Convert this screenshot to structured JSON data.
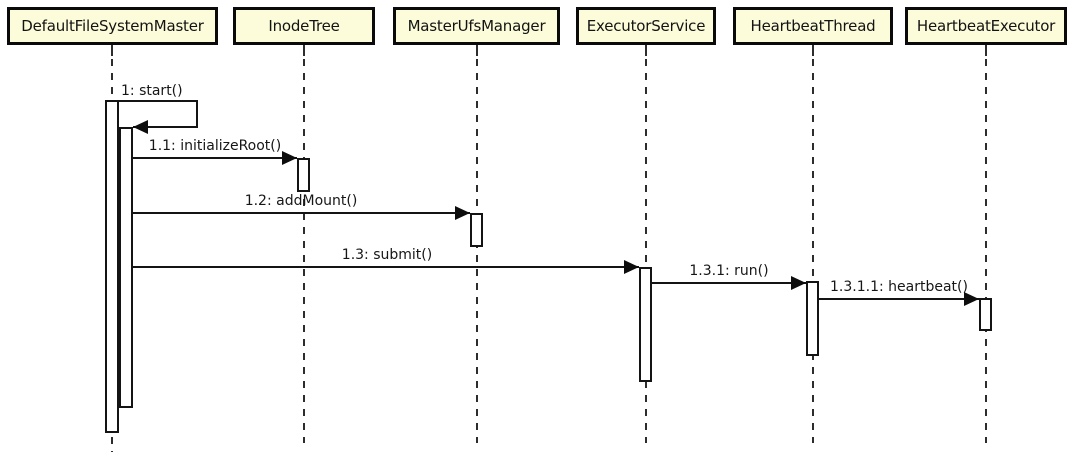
{
  "diagram": {
    "kind": "uml-sequence-diagram",
    "background_color": "#ffffff",
    "participant_fill_color": "#fcfcda",
    "participant_border_color": "#0a0a0a",
    "line_color": "#141414"
  },
  "participants": [
    {
      "name": "DefaultFileSystemMaster"
    },
    {
      "name": "InodeTree"
    },
    {
      "name": "MasterUfsManager"
    },
    {
      "name": "ExecutorService"
    },
    {
      "name": "HeartbeatThread"
    },
    {
      "name": "HeartbeatExecutor"
    }
  ],
  "messages": [
    {
      "label": "1: start()",
      "from": "DefaultFileSystemMaster",
      "to": "DefaultFileSystemMaster",
      "kind": "self"
    },
    {
      "label": "1.1: initializeRoot()",
      "from": "DefaultFileSystemMaster",
      "to": "InodeTree",
      "kind": "call"
    },
    {
      "label": "1.2: addMount()",
      "from": "DefaultFileSystemMaster",
      "to": "MasterUfsManager",
      "kind": "call"
    },
    {
      "label": "1.3: submit()",
      "from": "DefaultFileSystemMaster",
      "to": "ExecutorService",
      "kind": "call"
    },
    {
      "label": "1.3.1: run()",
      "from": "ExecutorService",
      "to": "HeartbeatThread",
      "kind": "call"
    },
    {
      "label": "1.3.1.1: heartbeat()",
      "from": "HeartbeatThread",
      "to": "HeartbeatExecutor",
      "kind": "call"
    }
  ]
}
